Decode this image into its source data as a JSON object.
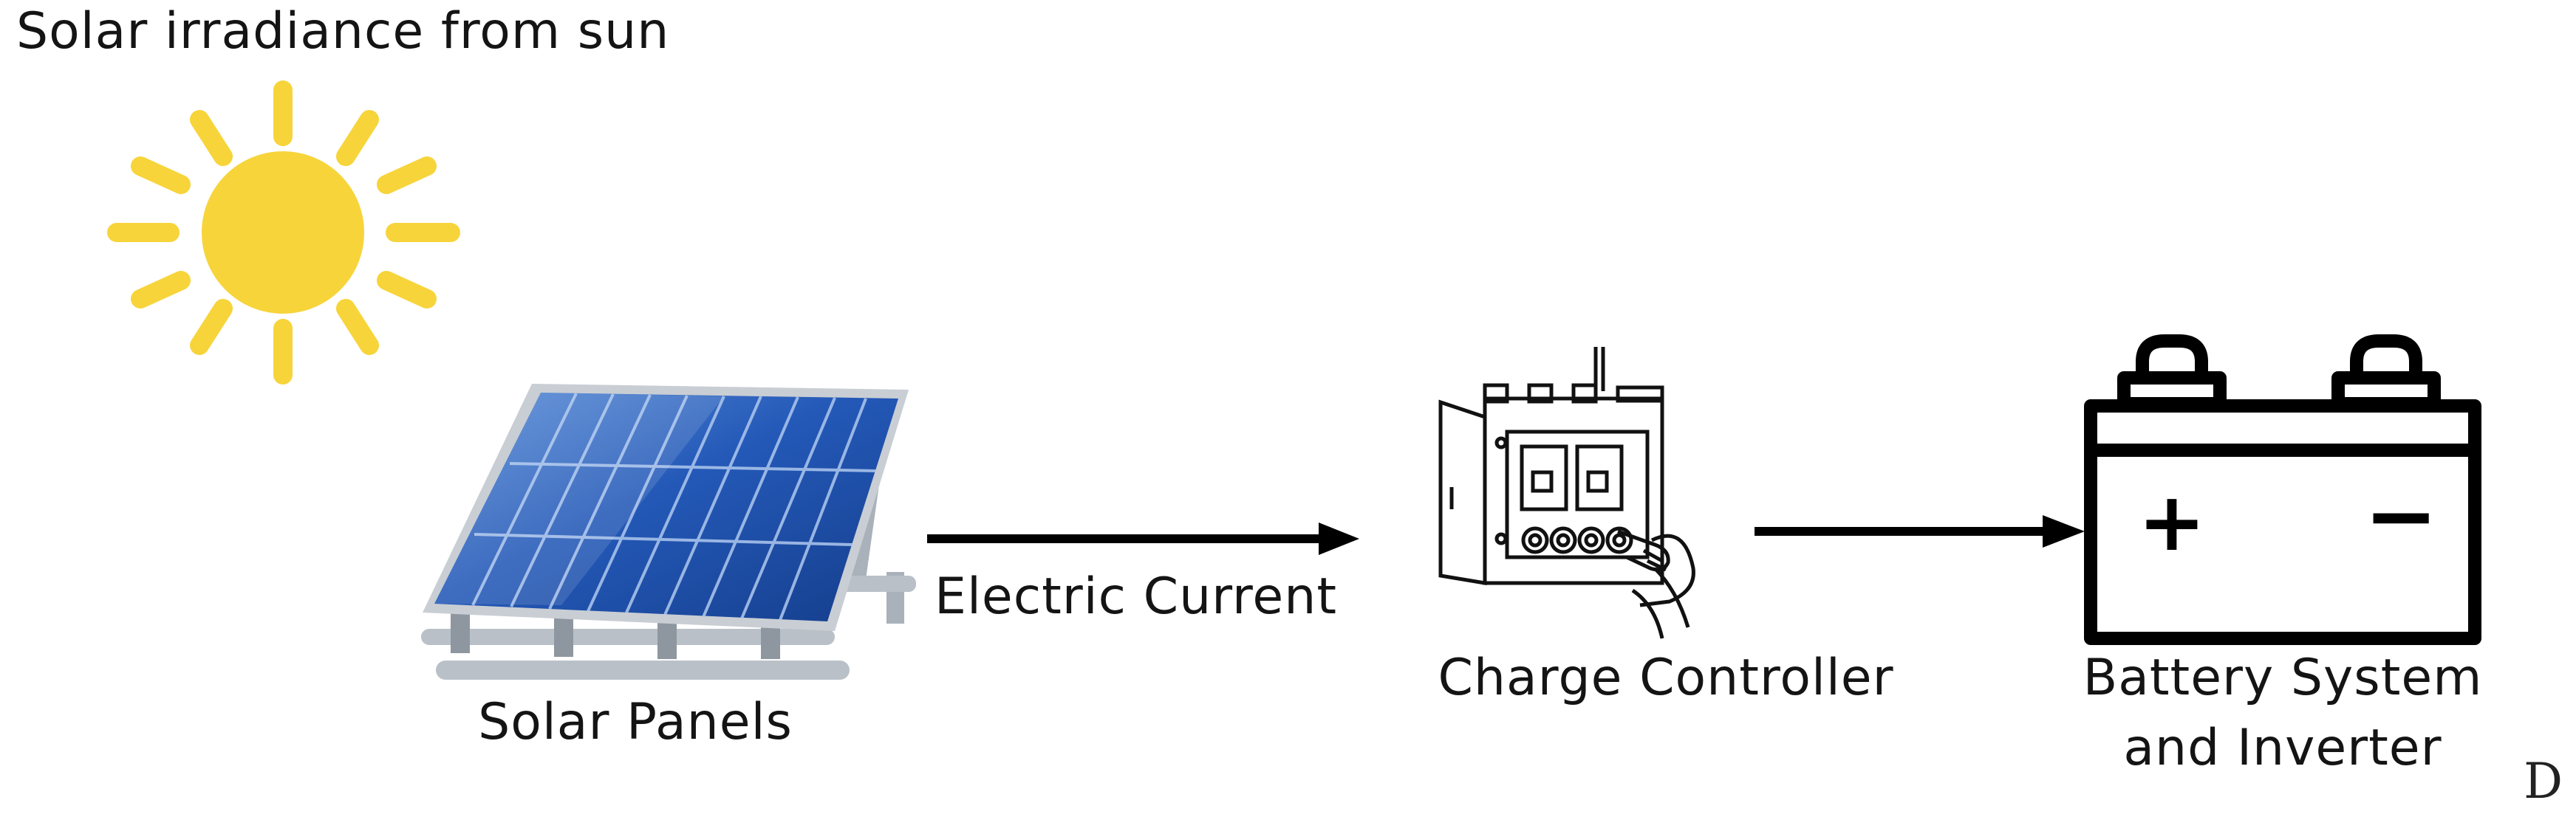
{
  "labels": {
    "sun": "Solar irradiance from sun",
    "panels": "Solar Panels",
    "current": "Electric Current",
    "controller": "Charge Controller",
    "battery_line1": "Battery System",
    "battery_line2": "and Inverter",
    "battery_plus": "+",
    "battery_minus": "−",
    "corner": "D"
  },
  "colors": {
    "sun": "#F7D43A",
    "panel_blue": "#1E4FA8",
    "panel_frame": "#9AA3AD",
    "arrow": "#000000",
    "battery_outline": "#000000"
  },
  "icons": [
    "sun-icon",
    "solar-panel-icon",
    "charge-controller-icon",
    "battery-icon"
  ]
}
